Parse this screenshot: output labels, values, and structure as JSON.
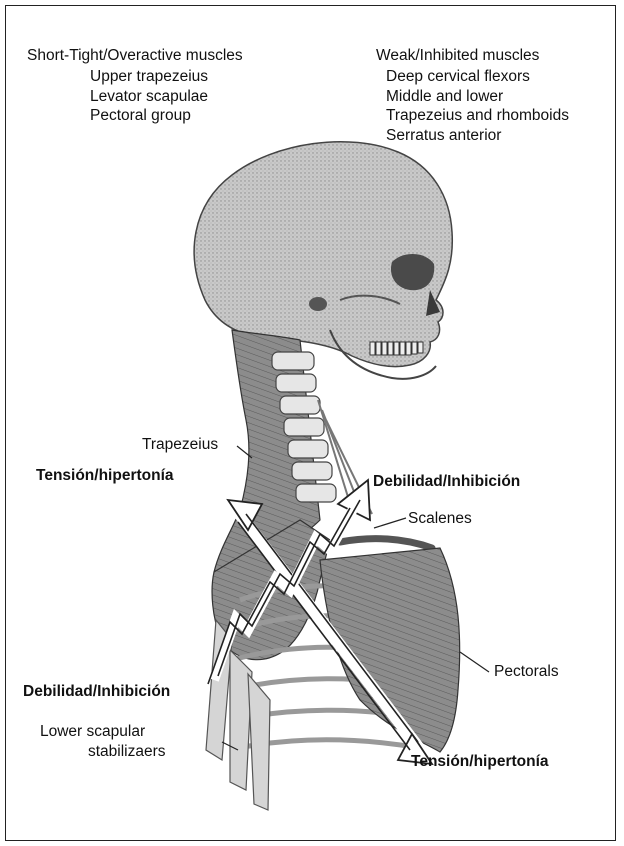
{
  "legend": {
    "left": {
      "heading": "Short-Tight/Overactive muscles",
      "items": [
        "Upper trapezeius",
        "Levator scapulae",
        "Pectoral group"
      ]
    },
    "right": {
      "heading": "Weak/Inhibited muscles",
      "items": [
        "Deep cervical flexors",
        "Middle and lower",
        "Trapezeius and rhomboids",
        "Serratus anterior"
      ]
    }
  },
  "labels": {
    "trapezeius": "Trapezeius",
    "tension_left": "Tensión/hipertonía",
    "weakness_right": "Debilidad/Inhibición",
    "scalenes": "Scalenes",
    "weakness_left": "Debilidad/Inhibición",
    "lower_scapular_1": "Lower scapular",
    "lower_scapular_2": "stabilizaers",
    "pectorals": "Pectorals",
    "tension_bottom": "Tensión/hipertonía"
  }
}
